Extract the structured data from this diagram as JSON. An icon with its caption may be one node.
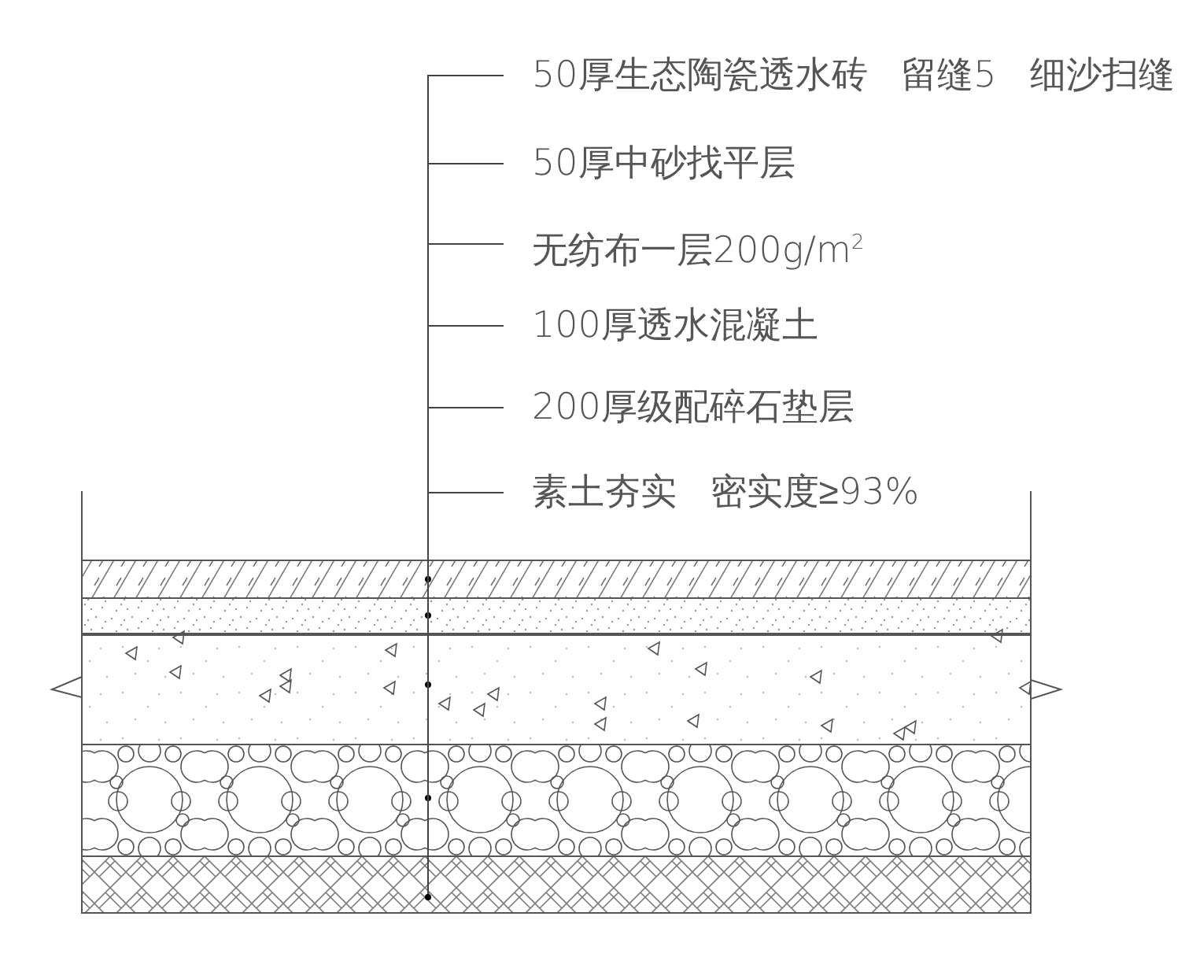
{
  "diagram": {
    "nodes": [
      {
        "text": [
          "50厚生态陶瓷透水砖 留缝5 细沙扫缝"
        ]
      },
      {
        "text": [
          "50厚中砂找平层"
        ]
      },
      {
        "text": [
          "无纺布一层200g/m$^{2}$"
        ]
      },
      {
        "text": [
          "100厚透水混凝土"
        ]
      },
      {
        "text": [
          "200厚级配碎石垫层"
        ]
      },
      {
        "text": [
          "素土夯实 密实度≥93%"
        ]
      },
      {
        "text": [],
        "shape": "box"
      },
      {
        "text": [],
        "shape": "box"
      },
      {
        "text": [],
        "shape": "line"
      },
      {
        "text": [],
        "shape": "box"
      },
      {
        "text": [],
        "shape": "box"
      },
      {
        "text": [],
        "shape": "box"
      }
    ],
    "edges": [
      {
        "from": 0,
        "to": 6,
        "arrow": "other"
      },
      {
        "from": 1,
        "to": 7,
        "arrow": "other"
      },
      {
        "from": 2,
        "to": 8,
        "arrow": "none"
      },
      {
        "from": 3,
        "to": 9,
        "arrow": "other"
      },
      {
        "from": 4,
        "to": 10,
        "arrow": "other"
      },
      {
        "from": 5,
        "to": 11,
        "arrow": "other"
      }
    ]
  }
}
